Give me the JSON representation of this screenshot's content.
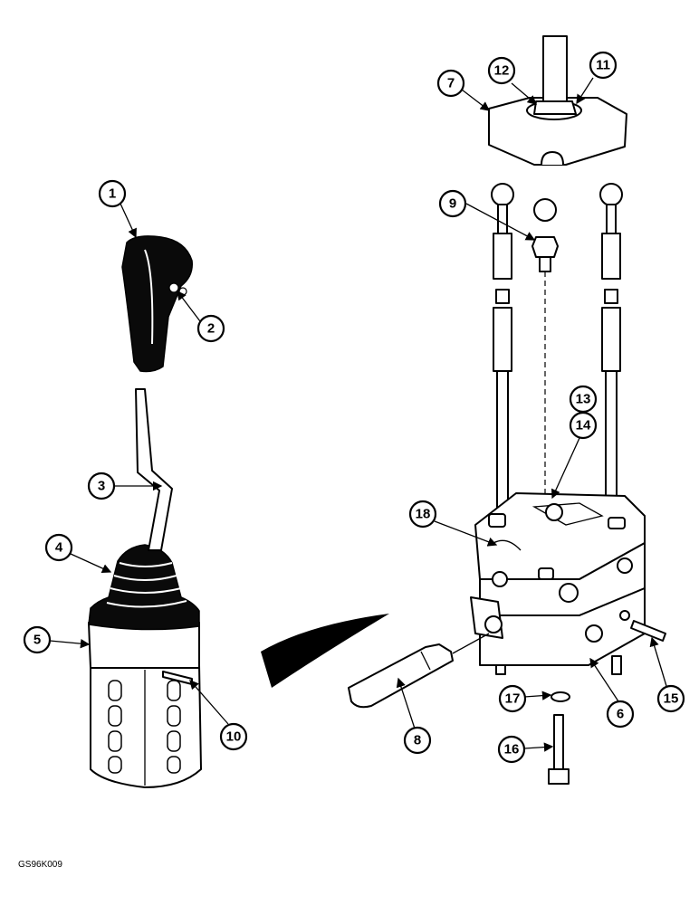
{
  "figure_code": "GS96K009",
  "callouts": [
    {
      "id": "1",
      "label": "1"
    },
    {
      "id": "2",
      "label": "2"
    },
    {
      "id": "3",
      "label": "3"
    },
    {
      "id": "4",
      "label": "4"
    },
    {
      "id": "5",
      "label": "5"
    },
    {
      "id": "6",
      "label": "6"
    },
    {
      "id": "7",
      "label": "7"
    },
    {
      "id": "8",
      "label": "8"
    },
    {
      "id": "9",
      "label": "9"
    },
    {
      "id": "10",
      "label": "10"
    },
    {
      "id": "11",
      "label": "11"
    },
    {
      "id": "12",
      "label": "12"
    },
    {
      "id": "13",
      "label": "13"
    },
    {
      "id": "14",
      "label": "14"
    },
    {
      "id": "15",
      "label": "15"
    },
    {
      "id": "16",
      "label": "16"
    },
    {
      "id": "17",
      "label": "17"
    },
    {
      "id": "18",
      "label": "18"
    }
  ]
}
